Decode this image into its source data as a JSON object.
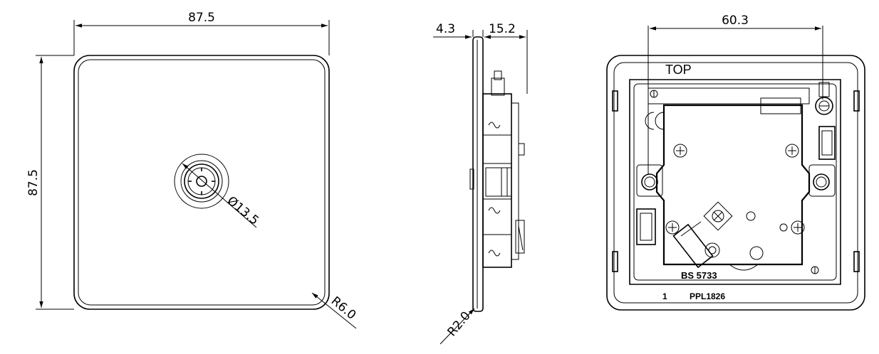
{
  "front_view": {
    "width_dim": "87.5",
    "height_dim": "87.5",
    "socket_dia_dim": "Ø13.5",
    "corner_radius_dim": "R6.0"
  },
  "side_view": {
    "plate_thickness_dim": "4.3",
    "depth_dim": "15.2",
    "edge_radius_dim": "R2.0"
  },
  "rear_view": {
    "fixing_centres_dim": "60.3",
    "top_marking": "TOP",
    "standard_marking": "BS 5733",
    "position_number": "1",
    "part_code": "PPL1826"
  }
}
